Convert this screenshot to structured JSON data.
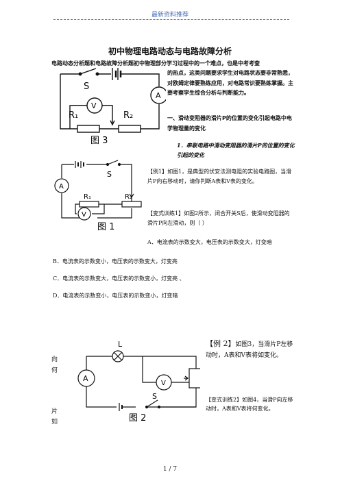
{
  "header": {
    "label": "最新资料推荐"
  },
  "title": "初中物理电路动态与电路故障分析",
  "intro": {
    "line1": "电路动态分析题和电路故障分析题初中物理部分学习过程中的一个难点，也是中考考查",
    "rest": "的热点，这类问题要求学生对电路状态要非常熟悉，对欧姆定律要熟练应用，对电路常识要熟练掌握。主要考察学生综合分析与判断能力。"
  },
  "section1": "一、滑动变阻器的滑片P的位置的变化引起电路中电学物理量的变化",
  "sub1": "1．串联电路中滑动变阻器的滑片P的位置的变化引起的变化",
  "example1": "【例1】如图1，是典型的伏安法测电阻的实验电路图，当滑片P向右移动时，请你判断A表和V表的变化。",
  "variant1": "【变式训练1】如图2所示，闭合开关S后，使滑动变阻器的滑片P向左滑动，则（    ）",
  "options": {
    "a": "A．电流表的示数变大，电压表的示数变大，灯变暗",
    "b": "B．电流表的示数变小，电压表的示数变大，灯变亮",
    "c": "C．电流表的示数变大，电压表的示数变小，灯变亮  、",
    "d": "D．电流表的示数变小，电压表的示数变小，灯变暗"
  },
  "example3": {
    "bracket": "【例 2】",
    "text": "如图3，当滑片P左移动时，A表和V表将如变化。"
  },
  "variant2": "【变式训练2】如图4，当滑P向左移动时，A表和V表将何变化。",
  "side_chars": {
    "a": "向",
    "b": "何",
    "c": "片",
    "d": "如"
  },
  "figures": {
    "fig3": {
      "caption": "图 3",
      "S": "S",
      "A": "A",
      "V": "V",
      "R1": "R₁",
      "R2": "R₂"
    },
    "fig1": {
      "caption": "图 1",
      "S": "S",
      "A": "A",
      "V": "V",
      "R1": "R₁",
      "R2": "R₂"
    },
    "fig2": {
      "caption": "图 2",
      "L": "L",
      "A": "A",
      "V": "V",
      "S": "S"
    }
  },
  "footer": "1 / 7"
}
